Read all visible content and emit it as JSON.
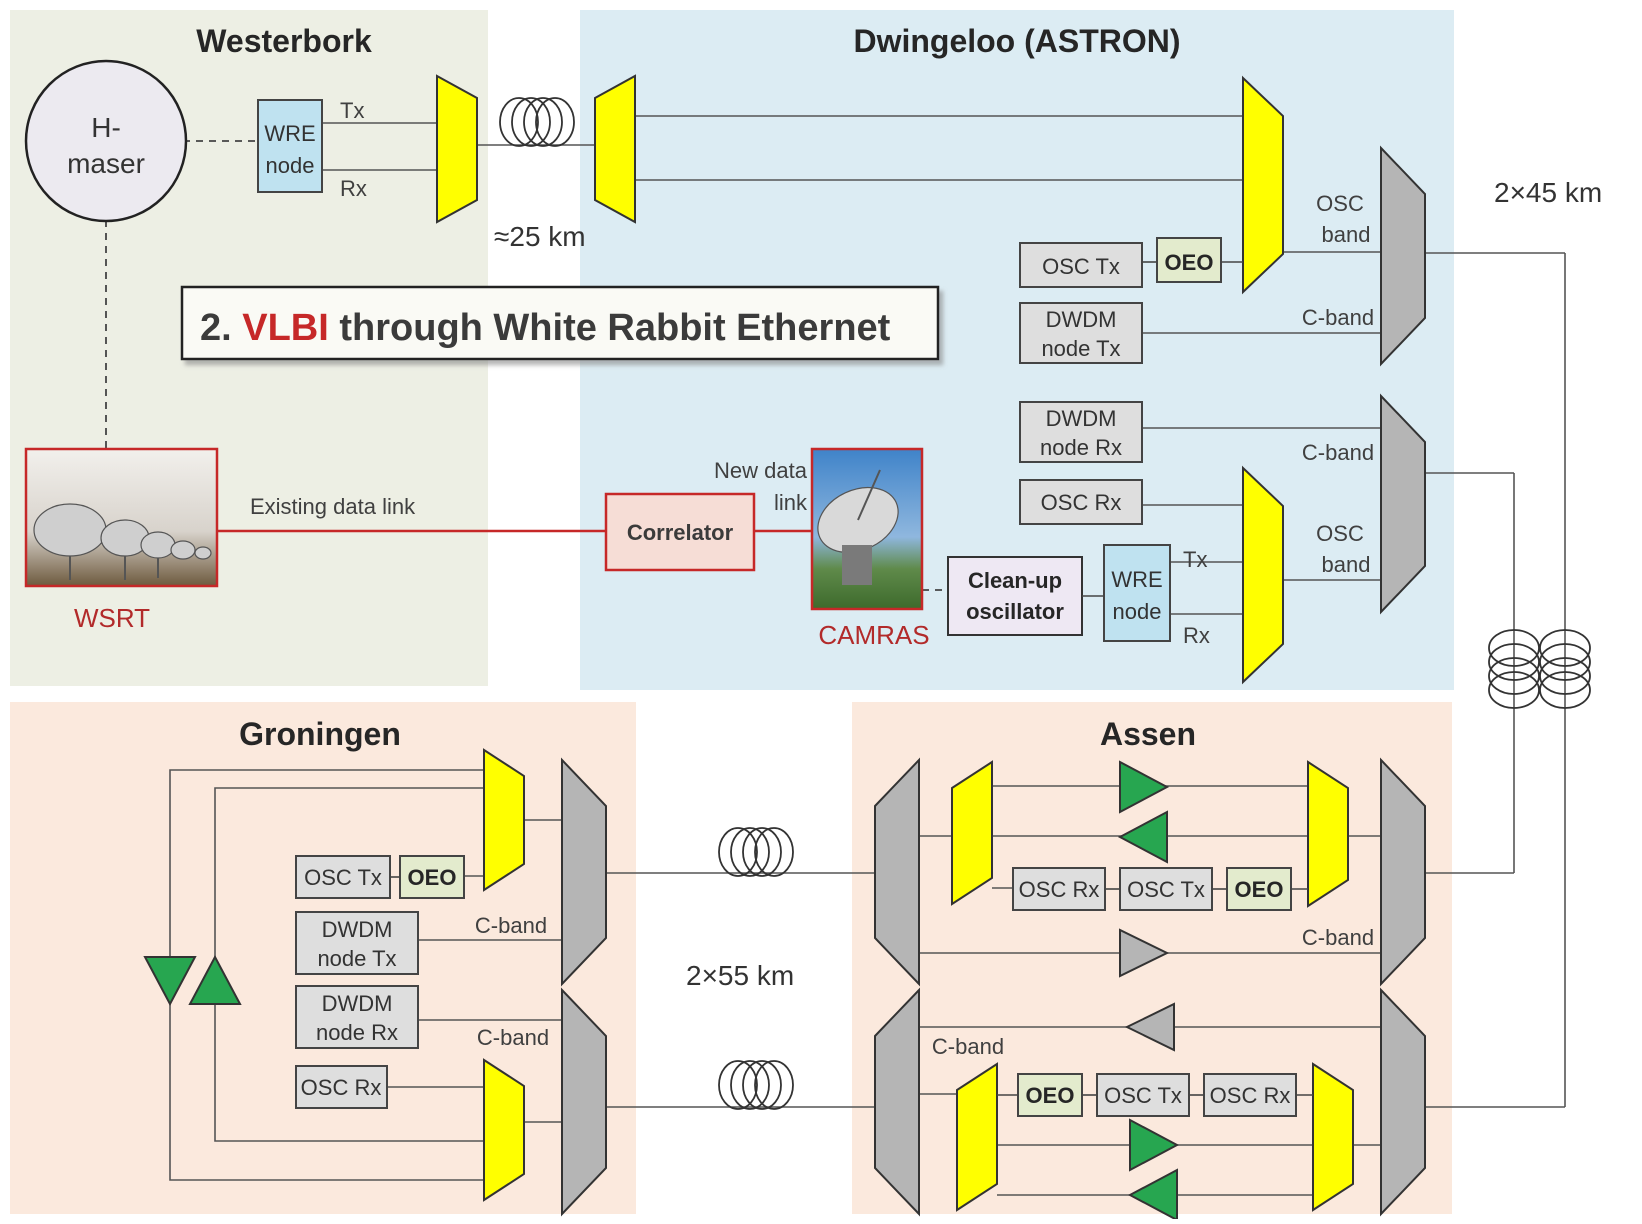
{
  "regions": {
    "westerbork": "Westerbork",
    "dwingeloo": "Dwingeloo (ASTRON)",
    "groningen": "Groningen",
    "assen": "Assen"
  },
  "title": {
    "prefix": "2. ",
    "highlight": "VLBI",
    "suffix": " through White Rabbit Ethernet"
  },
  "hmaser": {
    "line1": "H-",
    "line2": "maser"
  },
  "wre_node": {
    "line1": "WRE",
    "line2": "node"
  },
  "tx": "Tx",
  "rx": "Rx",
  "distances": {
    "westerbork": "≈25 km",
    "assen_dwingeloo": "2×45 km",
    "groningen_assen": "2×55 km"
  },
  "bands": {
    "osc_line1": "OSC",
    "osc_line2": "band",
    "c_band": "C-band"
  },
  "boxes": {
    "osc_tx": "OSC Tx",
    "osc_rx": "OSC Rx",
    "oeo": "OEO",
    "dwdm_tx_line1": "DWDM",
    "dwdm_tx_line2": "node Tx",
    "dwdm_rx_line1": "DWDM",
    "dwdm_rx_line2": "node Rx",
    "cleanup_line1": "Clean-up",
    "cleanup_line2": "oscillator",
    "correlator": "Correlator"
  },
  "links": {
    "existing": "Existing data link",
    "new_line1": "New data",
    "new_line2": "link"
  },
  "telescopes": {
    "wsrt": "WSRT",
    "camras": "CAMRAS"
  },
  "colors": {
    "westerbork_bg": "#edefe4",
    "dwingeloo_bg": "#dcecf3",
    "remote_bg": "#fbe9dd",
    "mux_yellow": "#ffff00",
    "mux_gray": "#b5b5b5",
    "amp_green": "#27a650",
    "oeo_green": "#e3ebcd",
    "wre_blue": "#bfe2f0",
    "accent_red": "#c62828",
    "correlator_fill": "#f6ddd6",
    "cleanup_fill": "#eee8f3"
  }
}
